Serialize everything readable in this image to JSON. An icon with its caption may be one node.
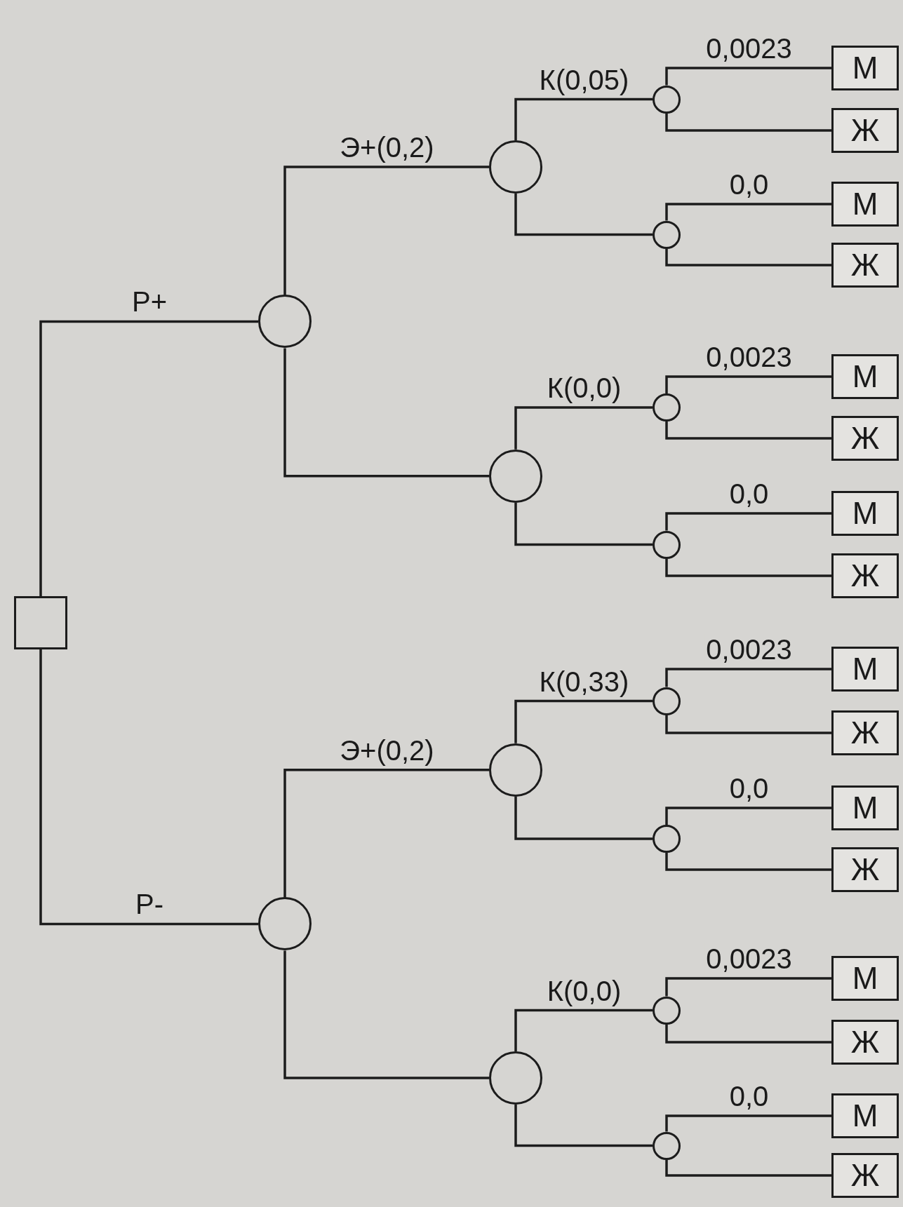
{
  "diagram": {
    "nodes": [
      {
        "text": [],
        "shape": "box"
      },
      {
        "text": [],
        "shape": "circle"
      },
      {
        "text": [],
        "shape": "circle"
      },
      {
        "text": [],
        "shape": "circle"
      },
      {
        "text": [
          "М"
        ]
      },
      {
        "text": [
          "Ж"
        ]
      },
      {
        "text": [],
        "shape": "circle"
      },
      {
        "text": [
          "М"
        ]
      },
      {
        "text": [
          "Ж"
        ]
      },
      {
        "text": [],
        "shape": "circle"
      },
      {
        "text": [],
        "shape": "circle"
      },
      {
        "text": [
          "М"
        ]
      },
      {
        "text": [
          "Ж"
        ]
      },
      {
        "text": [],
        "shape": "circle"
      },
      {
        "text": [
          "М"
        ]
      },
      {
        "text": [
          "Ж"
        ]
      },
      {
        "text": [],
        "shape": "circle"
      },
      {
        "text": [],
        "shape": "circle"
      },
      {
        "text": [],
        "shape": "circle"
      },
      {
        "text": [
          "М"
        ]
      },
      {
        "text": [
          "Ж"
        ]
      },
      {
        "text": [],
        "shape": "circle"
      },
      {
        "text": [
          "М"
        ]
      },
      {
        "text": [
          "Ж"
        ]
      },
      {
        "text": [],
        "shape": "circle"
      },
      {
        "text": [],
        "shape": "circle"
      },
      {
        "text": [
          "М"
        ]
      },
      {
        "text": [
          "Ж"
        ]
      },
      {
        "text": [],
        "shape": "circle"
      },
      {
        "text": [
          "М"
        ]
      },
      {
        "text": [
          "Ж"
        ]
      }
    ],
    "edges": [
      {
        "from": 0,
        "to": 1,
        "arrow": "none",
        "label": "Р+"
      },
      {
        "from": 0,
        "to": 16,
        "arrow": "none",
        "label": "Р-"
      },
      {
        "from": 1,
        "to": 2,
        "arrow": "none",
        "label": "Э+(0,2)"
      },
      {
        "from": 1,
        "to": 9,
        "arrow": "none"
      },
      {
        "from": 2,
        "to": 3,
        "arrow": "none",
        "label": "К(0,05)"
      },
      {
        "from": 2,
        "to": 6,
        "arrow": "none"
      },
      {
        "from": 3,
        "to": 4,
        "arrow": "none",
        "label": "0,0023"
      },
      {
        "from": 3,
        "to": 5,
        "arrow": "none"
      },
      {
        "from": 6,
        "to": 7,
        "arrow": "none",
        "label": "0,0"
      },
      {
        "from": 6,
        "to": 8,
        "arrow": "none"
      },
      {
        "from": 9,
        "to": 10,
        "arrow": "none",
        "label": "К(0,0)"
      },
      {
        "from": 9,
        "to": 13,
        "arrow": "none"
      },
      {
        "from": 10,
        "to": 11,
        "arrow": "none",
        "label": "0,0023"
      },
      {
        "from": 10,
        "to": 12,
        "arrow": "none"
      },
      {
        "from": 13,
        "to": 14,
        "arrow": "none",
        "label": "0,0"
      },
      {
        "from": 13,
        "to": 15,
        "arrow": "none"
      },
      {
        "from": 16,
        "to": 17,
        "arrow": "none",
        "label": "Э+(0,2)"
      },
      {
        "from": 16,
        "to": 24,
        "arrow": "none"
      },
      {
        "from": 17,
        "to": 18,
        "arrow": "none",
        "label": "К(0,33)"
      },
      {
        "from": 17,
        "to": 21,
        "arrow": "none"
      },
      {
        "from": 18,
        "to": 19,
        "arrow": "none",
        "label": "0,0023"
      },
      {
        "from": 18,
        "to": 20,
        "arrow": "none"
      },
      {
        "from": 21,
        "to": 22,
        "arrow": "none",
        "label": "0,0"
      },
      {
        "from": 21,
        "to": 23,
        "arrow": "none"
      },
      {
        "from": 24,
        "to": 25,
        "arrow": "none",
        "label": "К(0,0)"
      },
      {
        "from": 24,
        "to": 28,
        "arrow": "none"
      },
      {
        "from": 25,
        "to": 26,
        "arrow": "none",
        "label": "0,0023"
      },
      {
        "from": 25,
        "to": 27,
        "arrow": "none"
      },
      {
        "from": 28,
        "to": 29,
        "arrow": "none",
        "label": "0,0"
      },
      {
        "from": 28,
        "to": 30,
        "arrow": "none"
      }
    ]
  }
}
